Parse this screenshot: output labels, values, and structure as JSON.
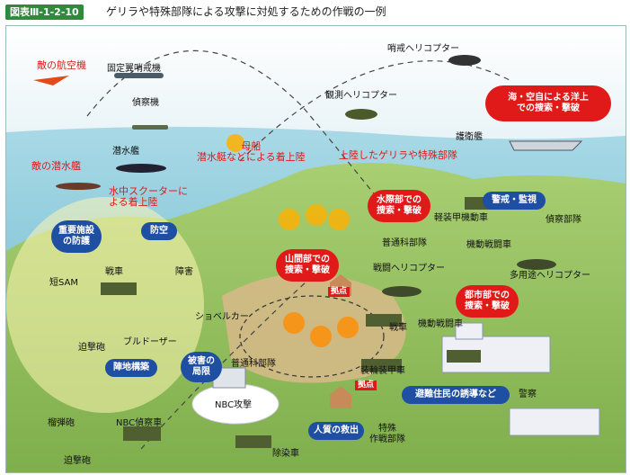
{
  "header": {
    "badge": "図表Ⅲ-1-2-10",
    "title": "ゲリラや特殊部隊による攻撃に対処するための作戦の一例"
  },
  "colors": {
    "accent_green": "#2f8a3c",
    "red": "#e01919",
    "blue": "#1e4fa3",
    "sea": "#7fc3d6",
    "land": "#9cc466"
  },
  "labels": {
    "enemy_aircraft": "敵の航空機",
    "patrol_plane": "固定翼哨戒機",
    "recon_plane": "偵察機",
    "submarine": "潜水艦",
    "enemy_sub": "敵の潜水艦",
    "mothership_landing": "母船\n潜水艇などによる着上陸",
    "underwater_scooter": "水中スクーターに\nよる着上陸",
    "guerrilla_landing": "上陸したゲリラや特殊部隊",
    "escort_ship": "護衛艦",
    "patrol_heli": "哨戒ヘリコプター",
    "obs_heli": "観測ヘリコプター",
    "sea_air_search": "海・空自による洋上\nでの捜索・撃破",
    "important_facility": "重要施設\nの防護",
    "air_defense": "防空",
    "short_sam": "短SAM",
    "tank1": "戦車",
    "obstacle": "障害",
    "mortar1": "迫撃砲",
    "bulldozer": "ブルドーザー",
    "shovel": "ショベルカー",
    "position_build": "陣地構築",
    "damage_limit": "被害の\n局限",
    "howitzer": "榴弾砲",
    "nbc_vehicle": "NBC偵察車",
    "mortar2": "迫撃砲",
    "nbc_attack": "NBC攻撃",
    "decon": "除染車",
    "regular_inf1": "普通科部隊",
    "regular_inf2": "普通科部隊",
    "waterfront": "水際部での\n捜索・撃破",
    "mountain": "山間部での\n捜索・撃破",
    "combat_heli": "戦闘ヘリコプター",
    "stronghold1": "拠点",
    "stronghold2": "拠点",
    "tank2": "戦車",
    "armored_car": "装輪装甲車",
    "light_armor": "軽装甲機動車",
    "alert": "警戒・監視",
    "recon_unit": "偵察部隊",
    "mcv1": "機動戦闘車",
    "multi_heli": "多用途ヘリコプター",
    "urban": "都市部での\n捜索・撃破",
    "mcv2": "機動戦闘車",
    "evacuation": "避難住民の誘導など",
    "police": "警察",
    "hostage": "人質の救出",
    "special_ops": "特殊\n作戦部隊"
  }
}
